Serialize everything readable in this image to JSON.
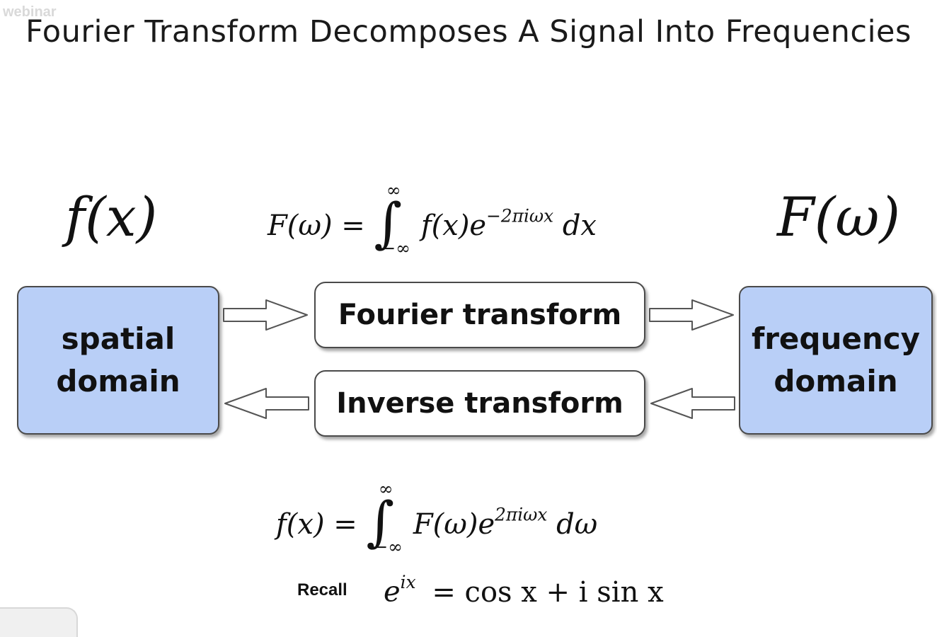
{
  "title": "Fourier Transform Decomposes A Signal Into Frequencies",
  "watermark": "webinar",
  "labels": {
    "spatial_func": "f(x)",
    "frequency_func": "F(ω)"
  },
  "forward_equation": {
    "lhs": "F(ω) =",
    "lower_limit": "−∞",
    "upper_limit": "∞",
    "integrand": "f(x)e",
    "exponent": "−2πiωx",
    "differential": "dx"
  },
  "inverse_equation": {
    "lhs": "f(x) =",
    "lower_limit": "−∞",
    "upper_limit": "∞",
    "integrand": "F(ω)e",
    "exponent": "2πiωx",
    "differential": "dω"
  },
  "boxes": {
    "spatial_line1": "spatial",
    "spatial_line2": "domain",
    "frequency_line1": "frequency",
    "frequency_line2": "domain",
    "fourier": "Fourier transform",
    "inverse": "Inverse transform"
  },
  "recall": {
    "label": "Recall",
    "base": "e",
    "exponent": "ix",
    "rhs": "= cos x + i sin x"
  },
  "colors": {
    "domain_fill": "#b9cff7",
    "box_border": "#4a4a4a"
  }
}
